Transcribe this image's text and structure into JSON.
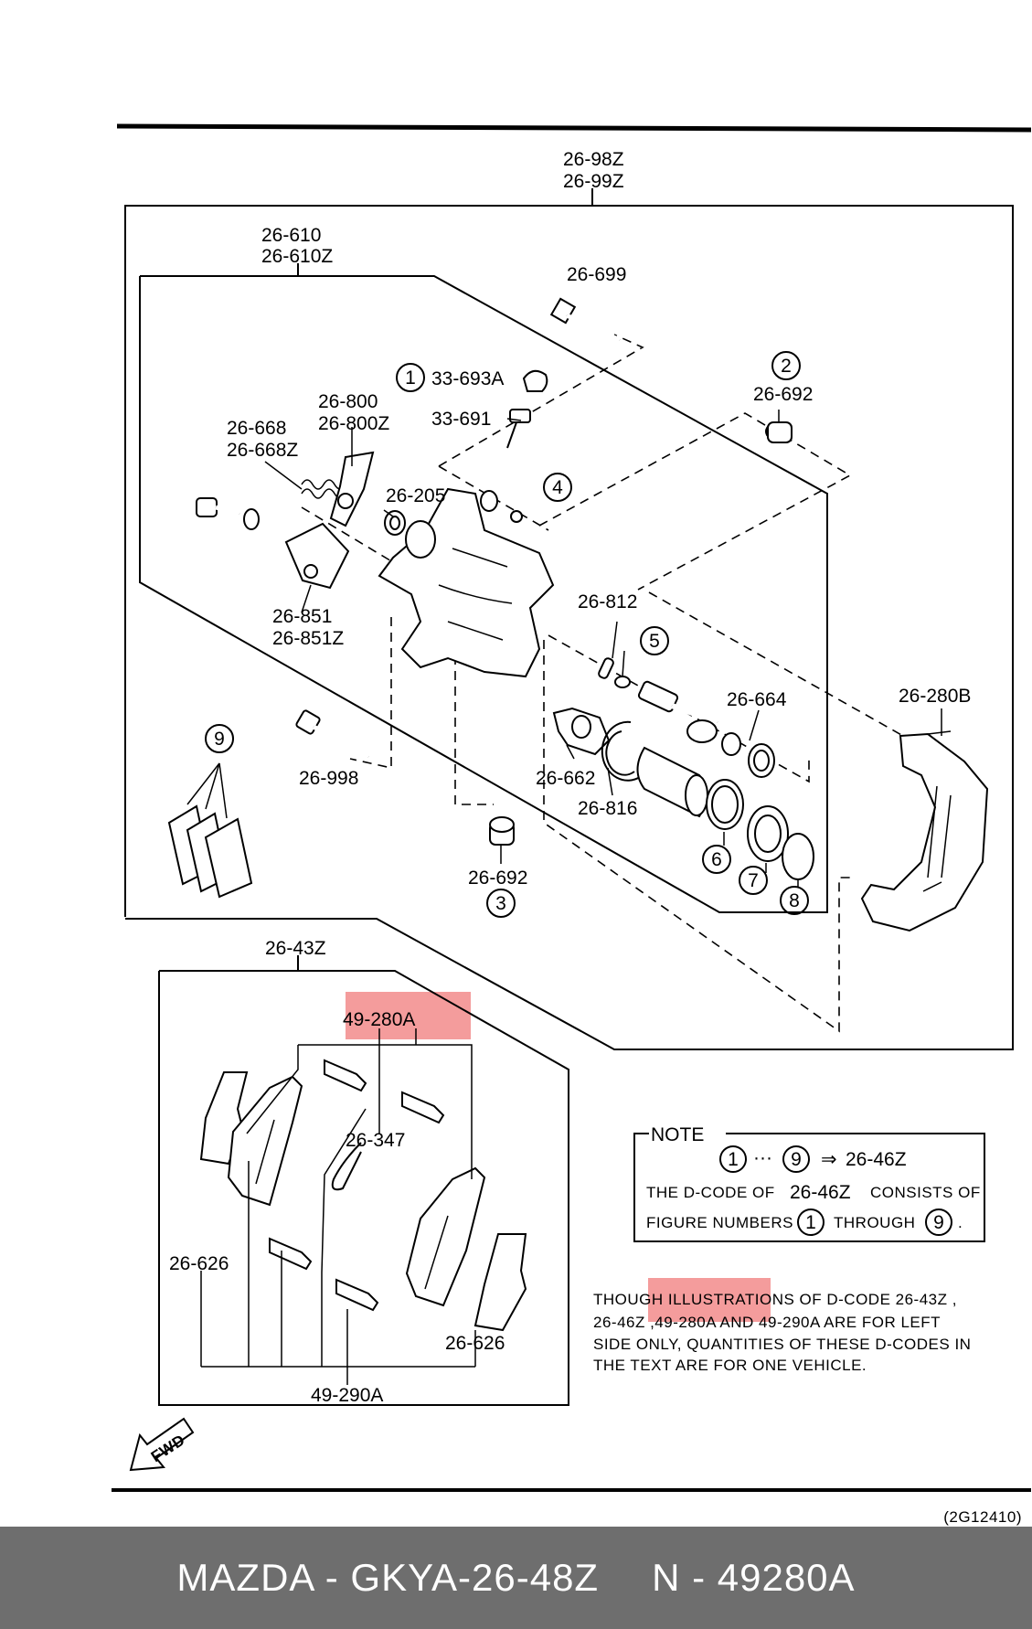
{
  "diagram": {
    "code": "(2G12410)",
    "fwd_label": "FWD",
    "labels": {
      "l_2698z": "26-98Z",
      "l_2699z": "26-99Z",
      "l_26610": "26-610",
      "l_26610z": "26-610Z",
      "l_26699": "26-699",
      "l_33693a": "33-693A",
      "l_33691": "33-691",
      "l_26692_top": "26-692",
      "l_26800": "26-800",
      "l_26800z": "26-800Z",
      "l_26668": "26-668",
      "l_26668z": "26-668Z",
      "l_26205": "26-205",
      "l_26851": "26-851",
      "l_26851z": "26-851Z",
      "l_26812": "26-812",
      "l_26664": "26-664",
      "l_26280b": "26-280B",
      "l_26998": "26-998",
      "l_26662": "26-662",
      "l_26816": "26-816",
      "l_26692_bot": "26-692",
      "l_2643z": "26-43Z",
      "l_49280a": "49-280A",
      "l_26347": "26-347",
      "l_26626_left": "26-626",
      "l_26626_right": "26-626",
      "l_49290a": "49-290A"
    },
    "circled_numbers": {
      "c1": "1",
      "c2": "2",
      "c3": "3",
      "c4": "4",
      "c5": "5",
      "c6": "6",
      "c7": "7",
      "c8": "8",
      "c9": "9"
    },
    "note": {
      "title": "NOTE",
      "range_from": "1",
      "range_dots": "···",
      "range_to": "9",
      "arrow": "⇒",
      "target": "26-46Z",
      "line2_a": "THE D-CODE OF",
      "line2_b": "26-46Z",
      "line2_c": "CONSISTS OF",
      "line3_a": "FIGURE NUMBERS",
      "line3_n1": "1",
      "line3_b": "THROUGH",
      "line3_n2": "9",
      "line3_c": "."
    },
    "disclaimer": [
      "THOUGH ILLUSTRATIONS OF D-CODE 26-43Z ,",
      "26-46Z  ,49-280A AND 49-290A ARE FOR LEFT",
      "SIDE ONLY, QUANTITIES OF THESE D-CODES IN",
      "THE TEXT ARE FOR ONE VEHICLE."
    ],
    "highlight_color": "#f28b8b"
  },
  "footer": {
    "left_text": "MAZDA - GKYA-26-48Z",
    "right_text": "N - 49280A",
    "background": "#6e6e6e"
  }
}
